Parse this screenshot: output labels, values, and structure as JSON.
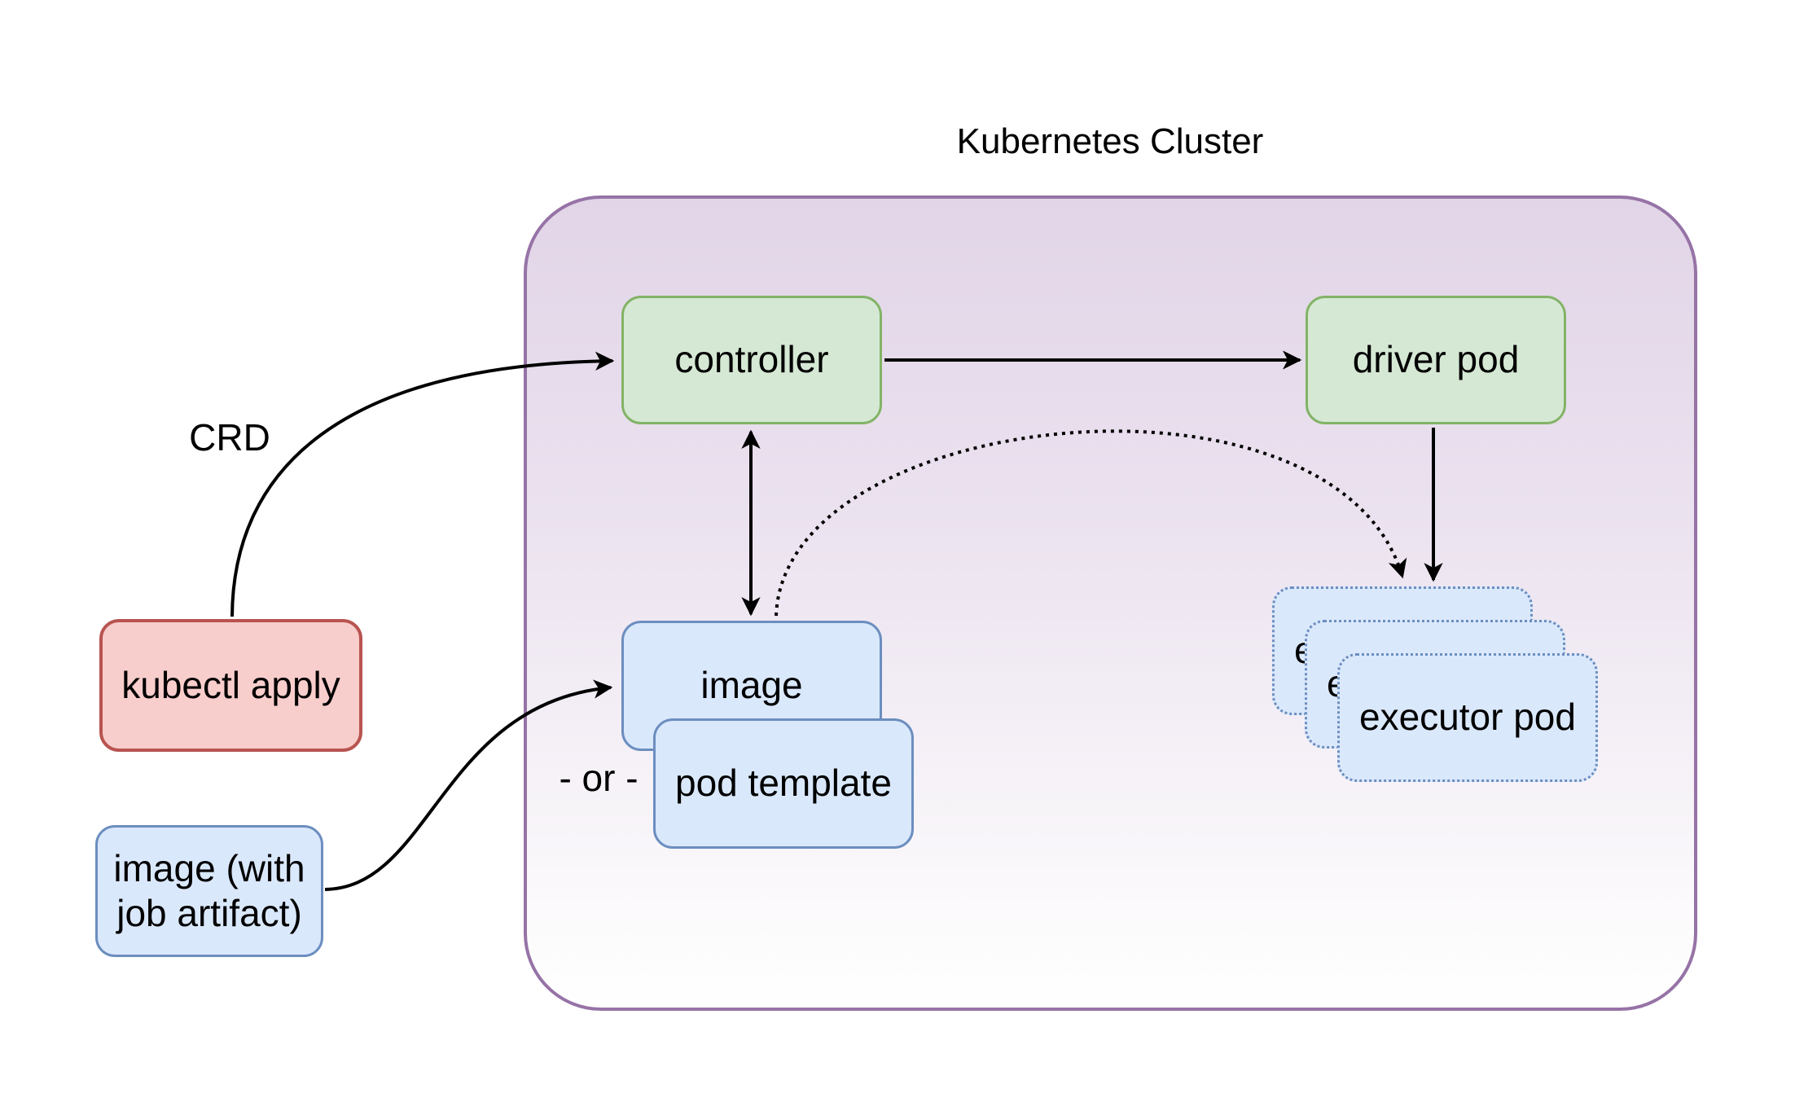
{
  "title": "Kubernetes Cluster",
  "labels": {
    "crd": "CRD",
    "or": "- or -"
  },
  "nodes": {
    "kubectl_apply": {
      "label": "kubectl apply",
      "fill": "#f8cecc",
      "stroke": "#b85450"
    },
    "image_with_job_artifact": {
      "label": "image (with job artifact)",
      "fill": "#dae8fc",
      "stroke": "#6c8ebf"
    },
    "controller": {
      "label": "controller",
      "fill": "#d5e8d4",
      "stroke": "#82b366"
    },
    "driver_pod": {
      "label": "driver pod",
      "fill": "#d5e8d4",
      "stroke": "#82b366"
    },
    "image": {
      "label": "image",
      "fill": "#dae8fc",
      "stroke": "#6c8ebf"
    },
    "pod_template": {
      "label": "pod template",
      "fill": "#dae8fc",
      "stroke": "#6c8ebf"
    },
    "executor_pod": {
      "label": "executor pod",
      "fill": "#dae8fc",
      "stroke": "#6c8ebf",
      "count": 3,
      "border_style": "dotted"
    }
  },
  "cluster": {
    "stroke": "#9673a6",
    "fill_gradient_top": "#e1d5e7",
    "fill_gradient_bottom": "#ffffff"
  },
  "edges": [
    {
      "from": "kubectl apply",
      "to": "controller",
      "label": "CRD",
      "line": "solid",
      "arrows": "end"
    },
    {
      "from": "controller",
      "to": "driver pod",
      "label": "",
      "line": "solid",
      "arrows": "end"
    },
    {
      "from": "controller",
      "to": "image",
      "label": "",
      "line": "solid",
      "arrows": "both"
    },
    {
      "from": "image",
      "to": "executor pod",
      "label": "",
      "line": "dotted",
      "arrows": "end"
    },
    {
      "from": "driver pod",
      "to": "executor pod",
      "label": "",
      "line": "solid",
      "arrows": "end"
    },
    {
      "from": "image (with job artifact)",
      "to": "image",
      "label": "- or -",
      "line": "solid",
      "arrows": "end"
    }
  ]
}
